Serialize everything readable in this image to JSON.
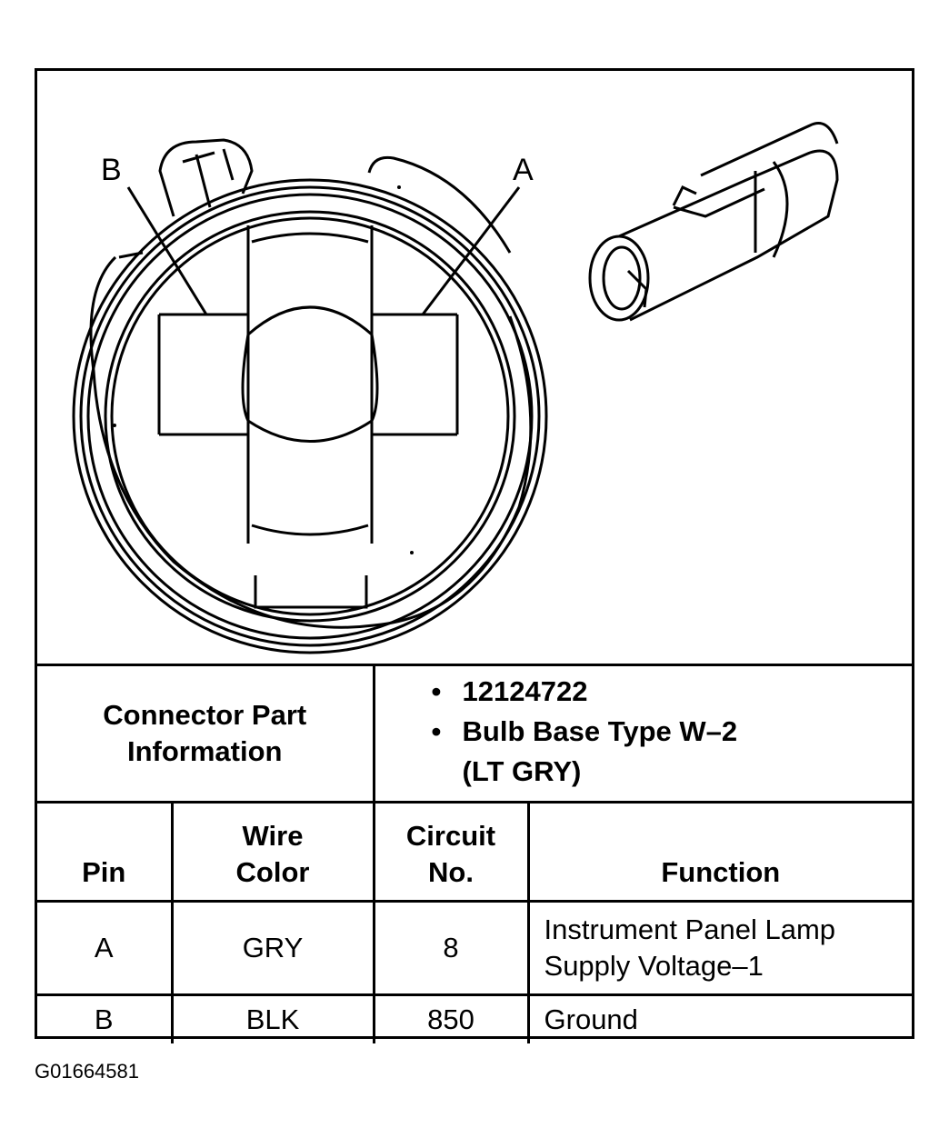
{
  "diagram": {
    "pin_labels": {
      "a": "A",
      "b": "B"
    }
  },
  "connector_info": {
    "label": "Connector Part\nInformation",
    "bullet": "•",
    "items": [
      "12124722",
      "Bulb Base Type W–2\n(LT GRY)"
    ]
  },
  "pin_table": {
    "headers": {
      "pin": "Pin",
      "wire_color": "Wire\nColor",
      "circuit": "Circuit\nNo.",
      "function": "Function"
    },
    "rows": [
      {
        "pin": "A",
        "wire_color": "GRY",
        "circuit": "8",
        "function": "Instrument Panel Lamp\nSupply Voltage–1"
      },
      {
        "pin": "B",
        "wire_color": "BLK",
        "circuit": "850",
        "function": "Ground"
      }
    ]
  },
  "figure_id": "G01664581"
}
